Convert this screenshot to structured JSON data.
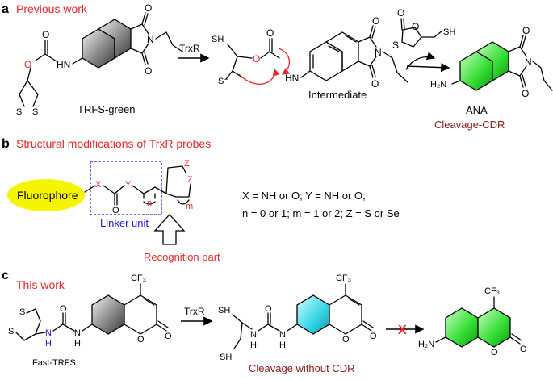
{
  "panel_a": {
    "letter": "a",
    "heading": "Previous work",
    "probe_name": "TRFS-green",
    "enzyme": "TrxR",
    "intermediate_name": "Intermediate",
    "product_name": "ANA",
    "cleavage_label": "Cleavage-CDR",
    "atoms": {
      "O": "O",
      "N": "N",
      "HN": "HN",
      "S": "S",
      "SH": "SH",
      "S_minus": "S⁻",
      "H2N": "H₂N"
    }
  },
  "panel_b": {
    "letter": "b",
    "heading": "Structural modifications of TrxR probes",
    "fluorophore": "Fluorophore",
    "linker_label": "Linker unit",
    "recognition_label": "Recognition part",
    "atoms": {
      "X": "X",
      "Y": "Y",
      "O": "O",
      "Z": "Z",
      "n": "n",
      "m": "m"
    },
    "conditions_line1": "X = NH or O; Y = NH or O;",
    "conditions_line2": "n = 0 or 1; m = 1 or 2; Z = S or Se"
  },
  "panel_c": {
    "letter": "c",
    "heading": "This work",
    "probe_name": "Fast-TRFS",
    "enzyme": "TrxR",
    "cleavage_label": "Cleavage without CDR",
    "blocked_mark": "X",
    "atoms": {
      "CF3": "CF₃",
      "O": "O",
      "N": "N",
      "H": "H",
      "S": "S",
      "SH": "SH",
      "H2N": "H₂N"
    }
  },
  "colors": {
    "heading_red": "#e8262b",
    "cdr_darkred": "#8b1a1a",
    "linker_blue": "#1a1adb",
    "fluorophore_yellow": "#f5f500",
    "green_ring": "#33dd33",
    "cyan_ring": "#33d6e6"
  }
}
